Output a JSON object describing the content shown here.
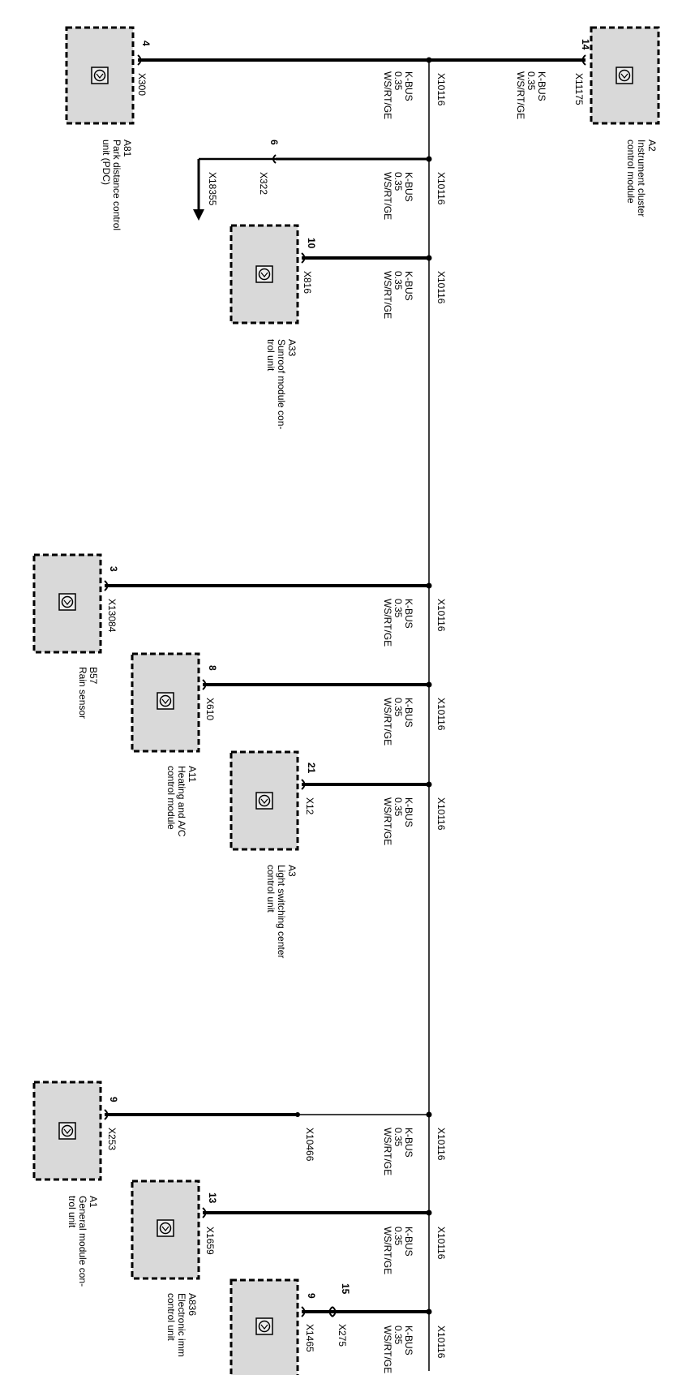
{
  "wire": {
    "name": "K-BUS",
    "gauge": "0.35",
    "color": "WS/RT/GE"
  },
  "bus_connector": "X10116",
  "modules": [
    {
      "id": "A2",
      "name_lines": [
        "Instrument cluster",
        "control module"
      ],
      "pin": "14",
      "connector": "X11175"
    },
    {
      "id": "A81",
      "name_lines": [
        "Park distance control",
        "unit (PDC)"
      ],
      "pin": "4",
      "connector": "X300"
    },
    {
      "id": "A33",
      "name_lines": [
        "Sunroof module con-",
        "trol unit"
      ],
      "pin": "10",
      "connector": "X816"
    },
    {
      "id": "B57",
      "name_lines": [
        "Rain sensor"
      ],
      "pin": "3",
      "connector": "X13084"
    },
    {
      "id": "A11",
      "name_lines": [
        "Heating and A/C",
        "control module"
      ],
      "pin": "8",
      "connector": "X610"
    },
    {
      "id": "A3",
      "name_lines": [
        "Light switching center",
        "control unit"
      ],
      "pin": "21",
      "connector": "X12"
    },
    {
      "id": "A1",
      "name_lines": [
        "General module con-",
        "trol unit"
      ],
      "pin": "9",
      "connector": "X253"
    },
    {
      "id": "A836",
      "name_lines": [
        "Electronic imm",
        "control unit"
      ],
      "pin": "13",
      "connector": "X1659"
    },
    {
      "id": "",
      "name_lines": [],
      "pin": "9",
      "connector": "X1465"
    }
  ],
  "offpage": {
    "pin": "6",
    "connector": "X322",
    "ref": "X18355"
  },
  "inline_connectors": {
    "a1_splice": "X10466",
    "partial_inline": "X275",
    "partial_pin": "15"
  }
}
